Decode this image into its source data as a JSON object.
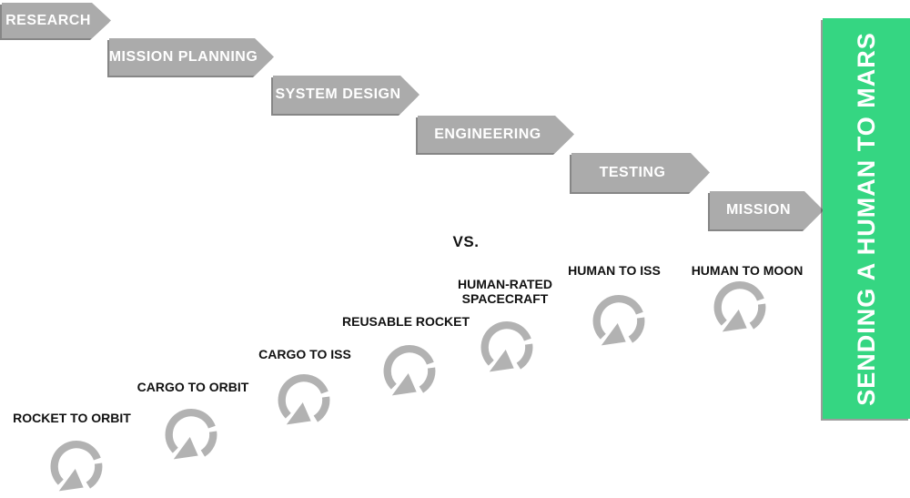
{
  "colors": {
    "arrow_gray": "#ababab",
    "loop_icon_gray": "#b2b2b2",
    "label_dark": "#111111",
    "banner_green": "#35d682",
    "arrow_text_white": "#ffffff"
  },
  "waterfall": {
    "steps": [
      {
        "label": "RESEARCH"
      },
      {
        "label": "MISSION PLANNING"
      },
      {
        "label": "SYSTEM DESIGN"
      },
      {
        "label": "ENGINEERING"
      },
      {
        "label": "TESTING"
      },
      {
        "label": "MISSION"
      }
    ]
  },
  "comparison": {
    "vs_label": "VS."
  },
  "iterative": {
    "milestones": [
      {
        "label": "ROCKET TO ORBIT",
        "icon": "iteration-loop-icon"
      },
      {
        "label": "CARGO TO ORBIT",
        "icon": "iteration-loop-icon"
      },
      {
        "label": "CARGO TO ISS",
        "icon": "iteration-loop-icon"
      },
      {
        "label": "REUSABLE ROCKET",
        "icon": "iteration-loop-icon"
      },
      {
        "label": "HUMAN-RATED\nSPACECRAFT",
        "icon": "iteration-loop-icon"
      },
      {
        "label": "HUMAN TO ISS",
        "icon": "iteration-loop-icon"
      },
      {
        "label": "HUMAN TO MOON",
        "icon": "iteration-loop-icon"
      }
    ]
  },
  "banner": {
    "label": "SENDING A HUMAN TO MARS"
  }
}
